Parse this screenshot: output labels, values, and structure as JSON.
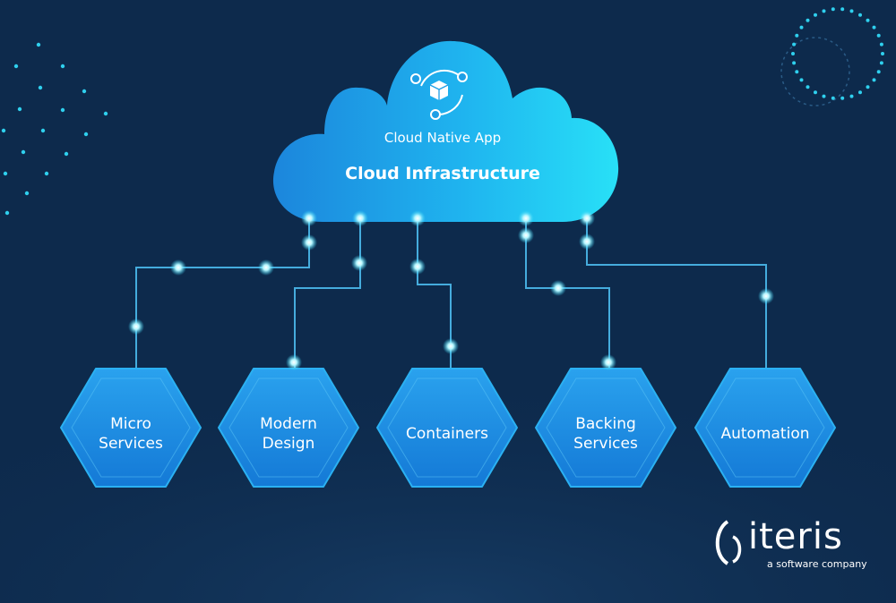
{
  "cloud": {
    "subtitle": "Cloud Native App",
    "title": "Cloud Infrastructure",
    "icon": "cube-network-icon"
  },
  "nodes": [
    {
      "label_lines": [
        "Micro",
        "Services"
      ]
    },
    {
      "label_lines": [
        "Modern",
        "Design"
      ]
    },
    {
      "label_lines": [
        "Containers"
      ]
    },
    {
      "label_lines": [
        "Backing",
        "Services"
      ]
    },
    {
      "label_lines": [
        "Automation"
      ]
    }
  ],
  "logo": {
    "name": "iteris",
    "tagline": "a software company"
  },
  "colors": {
    "background": "#0d2a4c",
    "cloud_left": "#1e8fe0",
    "cloud_right": "#22d8f5",
    "hexagon": "#1a8fe3",
    "connector": "#4fc3f7",
    "glow": "#b6f6ff"
  }
}
